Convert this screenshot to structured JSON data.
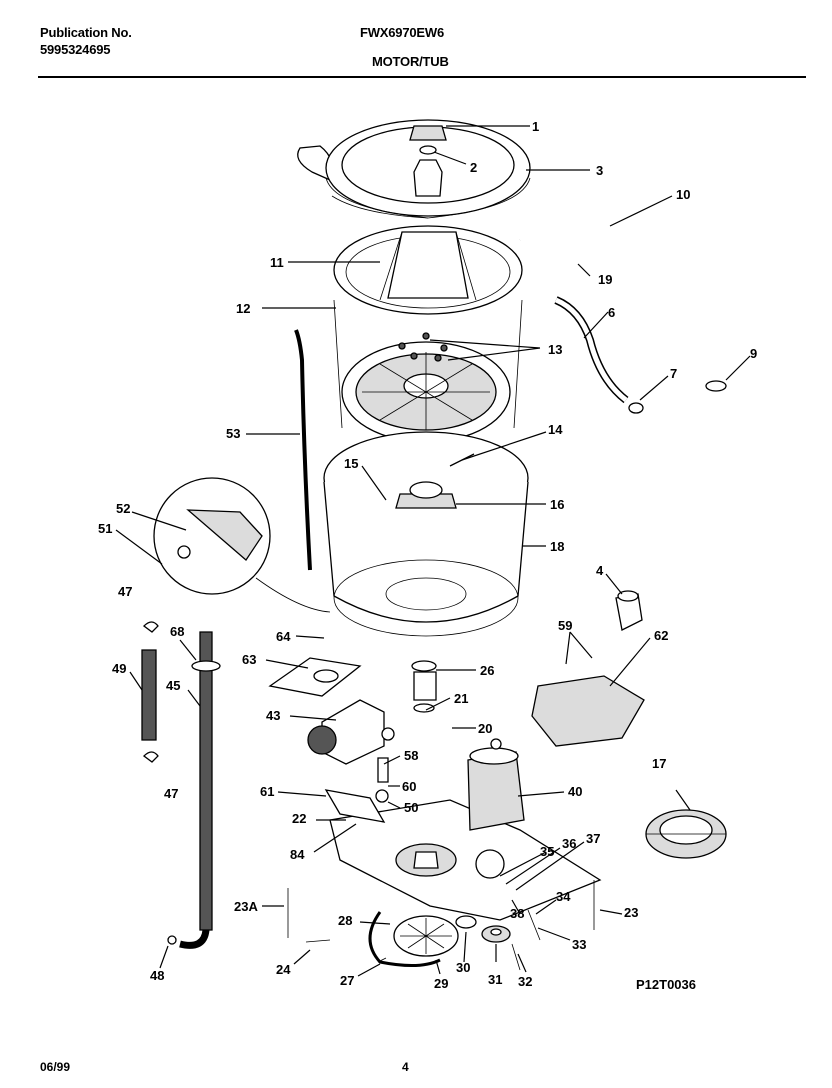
{
  "header": {
    "publication_label": "Publication No.",
    "publication_number": "5995324695",
    "model": "FWX6970EW6",
    "section_title": "MOTOR/TUB"
  },
  "diagram": {
    "callouts": [
      "1",
      "2",
      "3",
      "10",
      "19",
      "11",
      "12",
      "6",
      "13",
      "7",
      "9",
      "53",
      "14",
      "15",
      "16",
      "18",
      "52",
      "51",
      "4",
      "47",
      "68",
      "59",
      "62",
      "64",
      "49",
      "45",
      "63",
      "26",
      "21",
      "43",
      "20",
      "58",
      "47",
      "60",
      "61",
      "50",
      "40",
      "22",
      "84",
      "35",
      "36",
      "37",
      "17",
      "23A",
      "34",
      "38",
      "23",
      "28",
      "33",
      "24",
      "27",
      "29",
      "30",
      "31",
      "32",
      "48"
    ],
    "drawing_id": "P12T0036"
  },
  "footer": {
    "date": "06/99",
    "page": "4"
  }
}
